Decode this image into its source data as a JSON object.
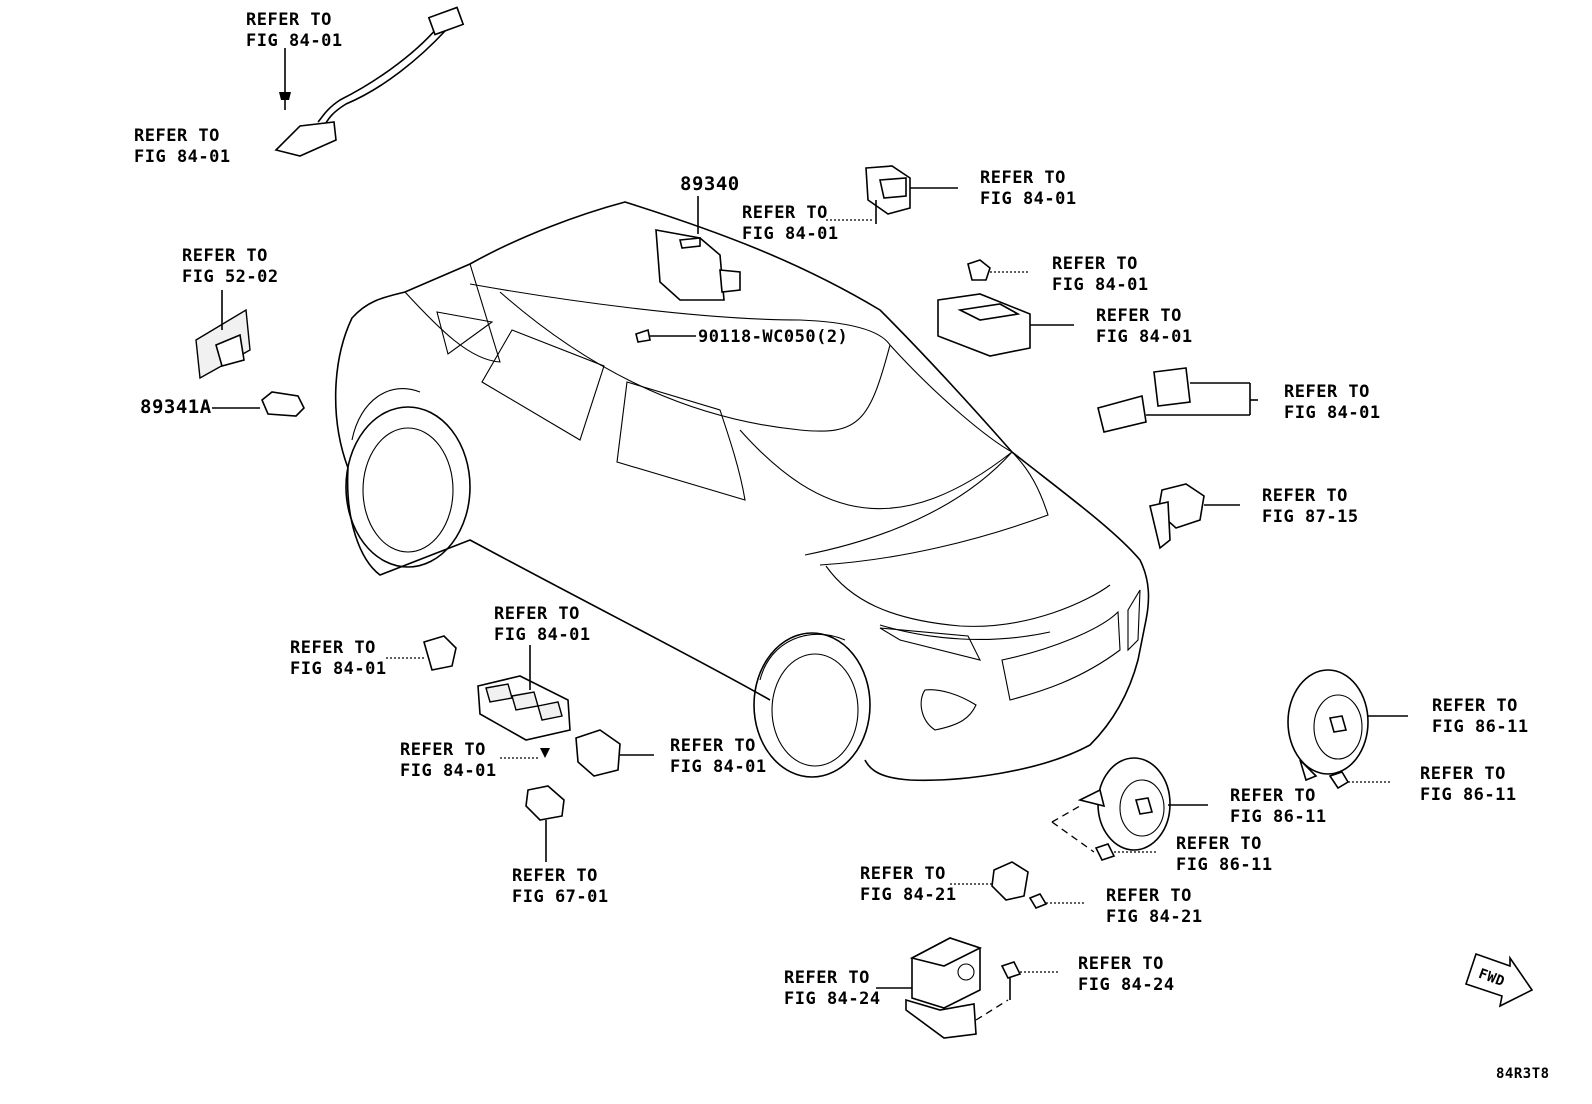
{
  "diagram": {
    "part_numbers": {
      "control_unit": "89340",
      "screw": "90118-WC050(2)",
      "sensor": "89341A"
    },
    "image_code": "84R3T8",
    "fwd_label": "FWD",
    "refs": [
      {
        "line1": "REFER TO",
        "line2": "FIG 84-01"
      },
      {
        "line1": "REFER TO",
        "line2": "FIG 84-01"
      },
      {
        "line1": "REFER TO",
        "line2": "FIG 52-02"
      },
      {
        "line1": "REFER TO",
        "line2": "FIG 84-01"
      },
      {
        "line1": "REFER TO",
        "line2": "FIG 84-01"
      },
      {
        "line1": "REFER TO",
        "line2": "FIG 84-01"
      },
      {
        "line1": "REFER TO",
        "line2": "FIG 84-01"
      },
      {
        "line1": "REFER TO",
        "line2": "FIG 84-01"
      },
      {
        "line1": "REFER TO",
        "line2": "FIG 87-15"
      },
      {
        "line1": "REFER TO",
        "line2": "FIG 84-01"
      },
      {
        "line1": "REFER TO",
        "line2": "FIG 84-01"
      },
      {
        "line1": "REFER TO",
        "line2": "FIG 84-01"
      },
      {
        "line1": "REFER TO",
        "line2": "FIG 84-01"
      },
      {
        "line1": "REFER TO",
        "line2": "FIG 67-01"
      },
      {
        "line1": "REFER TO",
        "line2": "FIG 86-11"
      },
      {
        "line1": "REFER TO",
        "line2": "FIG 86-11"
      },
      {
        "line1": "REFER TO",
        "line2": "FIG 86-11"
      },
      {
        "line1": "REFER TO",
        "line2": "FIG 86-11"
      },
      {
        "line1": "REFER TO",
        "line2": "FIG 84-21"
      },
      {
        "line1": "REFER TO",
        "line2": "FIG 84-21"
      },
      {
        "line1": "REFER TO",
        "line2": "FIG 84-24"
      },
      {
        "line1": "REFER TO",
        "line2": "FIG 84-24"
      }
    ]
  }
}
